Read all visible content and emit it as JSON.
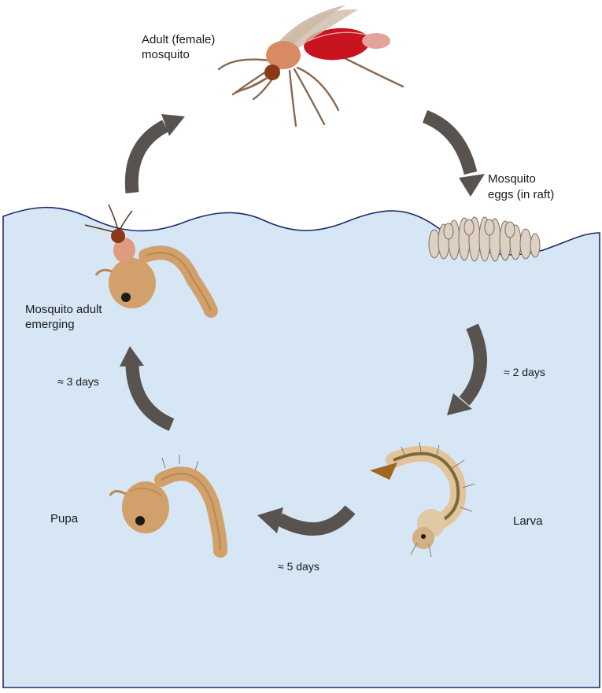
{
  "colors": {
    "water": "#d6e6f5",
    "water_edge": "#202a6e",
    "arrow": "#58534e",
    "body_tan": "#d2a06b",
    "body_light": "#e3c39a",
    "wing": "#c9b4a2",
    "blood": "#c8141e",
    "egg": "#dcd1c2",
    "leg": "#8a6a4e"
  },
  "labels": {
    "adult_line1": "Adult (female)",
    "adult_line2": "mosquito",
    "eggs_line1": "Mosquito",
    "eggs_line2": "eggs (in raft)",
    "emerging_line1": "Mosquito adult",
    "emerging_line2": "emerging",
    "pupa": "Pupa",
    "larva": "Larva"
  },
  "durations": {
    "eggs_to_larva": "≈ 2 days",
    "larva_to_pupa": "≈ 5 days",
    "pupa_to_adult": "≈ 3 days"
  },
  "icons": [
    "adult-mosquito-icon",
    "egg-raft-icon",
    "larva-icon",
    "pupa-icon",
    "emerging-adult-icon",
    "cycle-arrow-icon"
  ]
}
